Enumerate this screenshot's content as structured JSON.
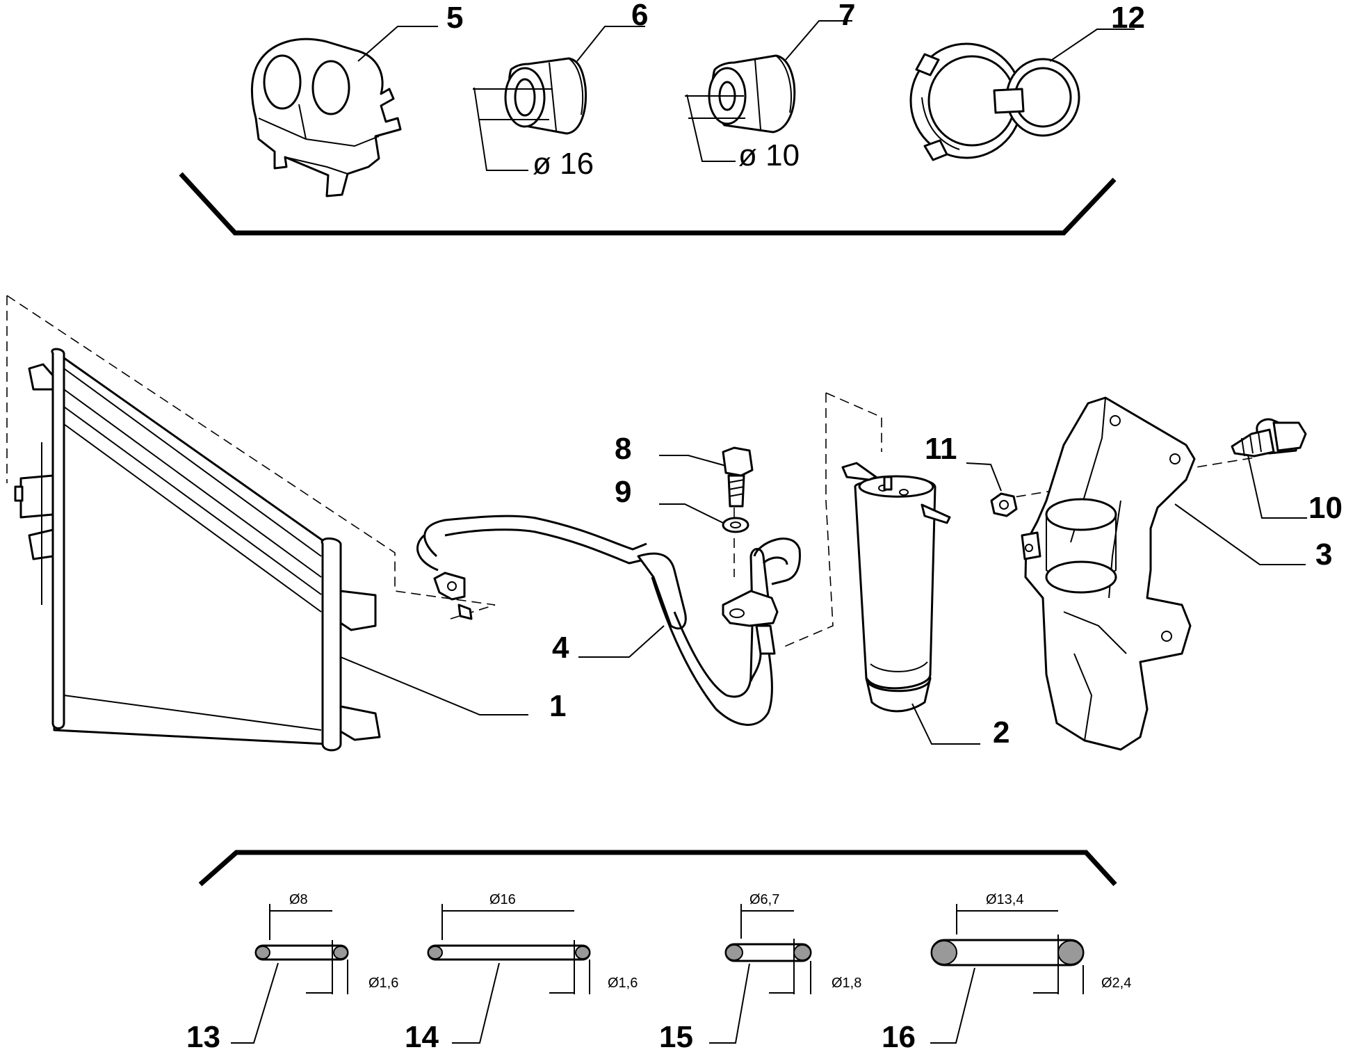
{
  "callouts": {
    "c1": "1",
    "c2": "2",
    "c3": "3",
    "c4": "4",
    "c5": "5",
    "c6": "6",
    "c7": "7",
    "c8": "8",
    "c9": "9",
    "c10": "10",
    "c11": "11",
    "c12": "12",
    "c13": "13",
    "c14": "14",
    "c15": "15",
    "c16": "16"
  },
  "dimensions": {
    "d6": "ø 16",
    "d7": "ø 10",
    "o13_inner": "Ø8",
    "o13_section": "Ø1,6",
    "o14_inner": "Ø16",
    "o14_section": "Ø1,6",
    "o15_inner": "Ø6,7",
    "o15_section": "Ø1,8",
    "o16_inner": "Ø13,4",
    "o16_section": "Ø2,4"
  },
  "icons": [
    "condenser-icon",
    "receiver-drier-icon",
    "bracket-icon",
    "pipe-icon",
    "clip-icon",
    "grommet-icon",
    "hose-clamp-icon",
    "bolt-icon",
    "washer-icon",
    "nut-icon",
    "o-ring-icon"
  ]
}
